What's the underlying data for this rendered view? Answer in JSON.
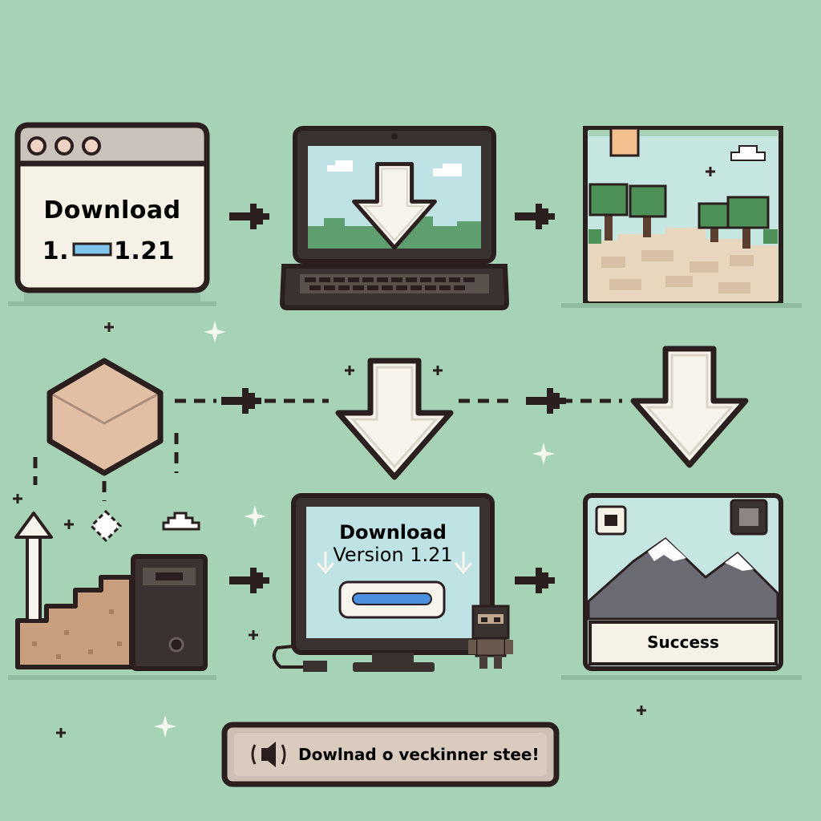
{
  "browser_card": {
    "title": "Download",
    "version_left": "1.",
    "version_right": "1.21"
  },
  "monitor_card": {
    "line1": "Download",
    "line2": "Version 1.21"
  },
  "success_card": {
    "label": "Success"
  },
  "bottom_button": {
    "label": "Dowlnad o veckinner stee!"
  },
  "colors": {
    "background": "#a6d2b6",
    "outline": "#2b1e1e",
    "card": "#f6f1e6",
    "screen": "#bfe3e4",
    "progress": "#4a8fe0",
    "block": "#e2bfa4",
    "ground": "#e8d6bf",
    "tree": "#4d9158"
  },
  "icons": [
    "browser-window-icon",
    "laptop-icon",
    "pixel-landscape-icon",
    "block-icon",
    "download-arrow-icon",
    "staircase-icon",
    "pc-tower-icon",
    "monitor-icon",
    "pixel-character-icon",
    "mountain-picture-icon",
    "speaker-icon",
    "sparkle-icon",
    "cloud-icon",
    "connector-arrow-icon"
  ]
}
